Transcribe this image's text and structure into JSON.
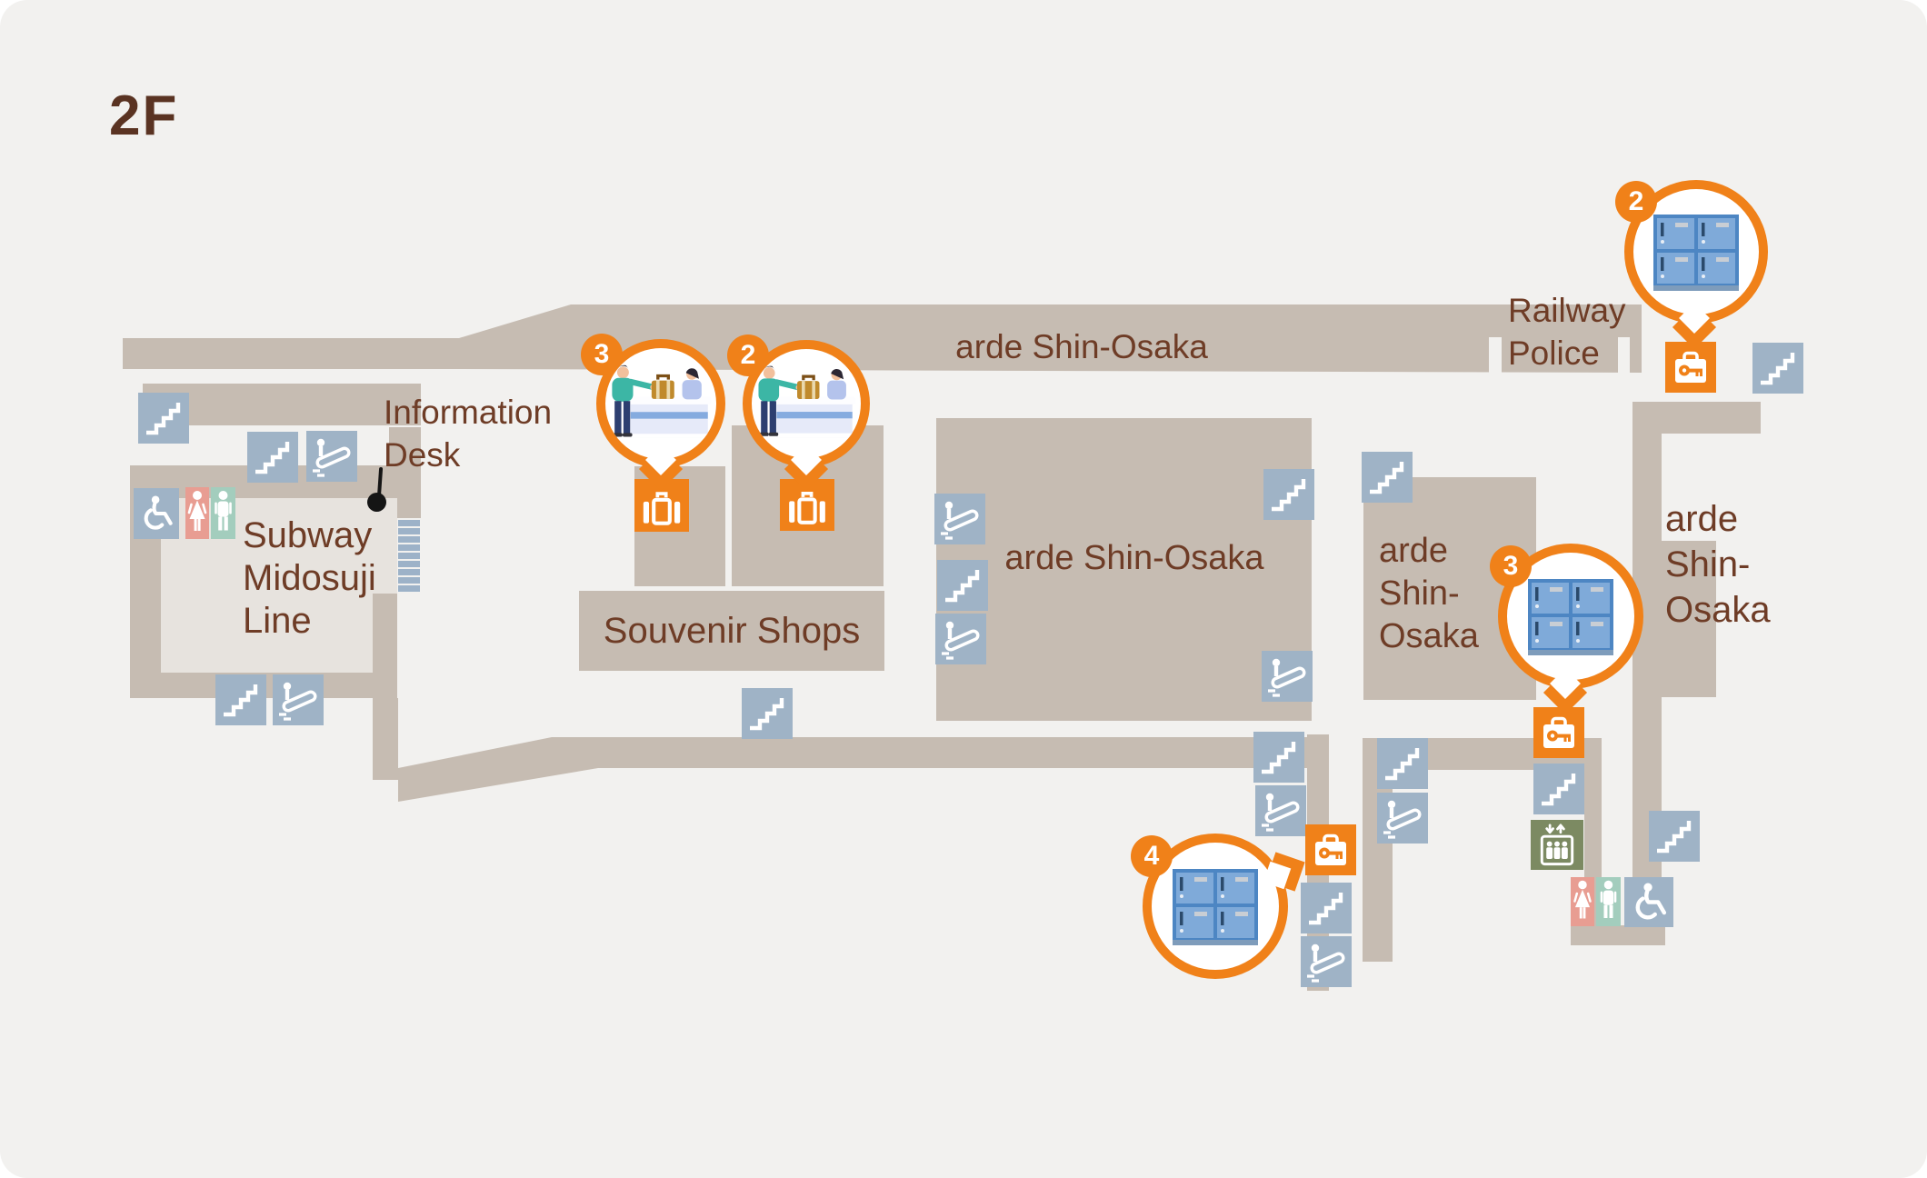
{
  "title": "2F",
  "floor_labels": {
    "top_corridor": "arde Shin-Osaka",
    "central_block": "arde Shin-Osaka",
    "mid_right_block": [
      "arde",
      "Shin-",
      "Osaka"
    ],
    "east_side": [
      "arde",
      "Shin-",
      "Osaka"
    ],
    "railway_police": [
      "Railway",
      "Police"
    ],
    "information_desk": [
      "Information",
      "Desk"
    ],
    "subway": [
      "Subway",
      "Midosuji",
      "Line"
    ],
    "souvenir_shops": "Souvenir Shops"
  },
  "callouts": {
    "baggage_counter_west": {
      "number": "3",
      "icon": "baggage-counter"
    },
    "baggage_counter_east": {
      "number": "2",
      "icon": "baggage-counter"
    },
    "coin_locker_north": {
      "number": "2",
      "icon": "coin-locker"
    },
    "coin_locker_east": {
      "number": "3",
      "icon": "coin-locker"
    },
    "coin_locker_south": {
      "number": "4",
      "icon": "coin-locker"
    }
  },
  "icon_legend": {
    "stairs": "stairs-icon",
    "escalator": "escalator-icon",
    "wheelchair": "wheelchair-accessible-icon",
    "women_restroom": "women-restroom-icon",
    "men_restroom": "men-restroom-icon",
    "elevator": "elevator-icon",
    "coin_locker": "coin-locker-key-icon",
    "baggage_counter": "baggage-counter-icon",
    "ticket_gates": "ticket-gates-icon"
  },
  "colors": {
    "accent_orange": "#f08119",
    "corridor_taupe": "#c6bcb2",
    "inner_floor": "#e7e3de",
    "icon_blue": "#9fb3c6",
    "elevator_green": "#7c8a62",
    "restroom_pink": "#e89d92",
    "restroom_teal": "#a3cdbd",
    "locker_blue": "#7faad9",
    "text_brown": "#6e3c26",
    "background": "#f2f1ef"
  }
}
